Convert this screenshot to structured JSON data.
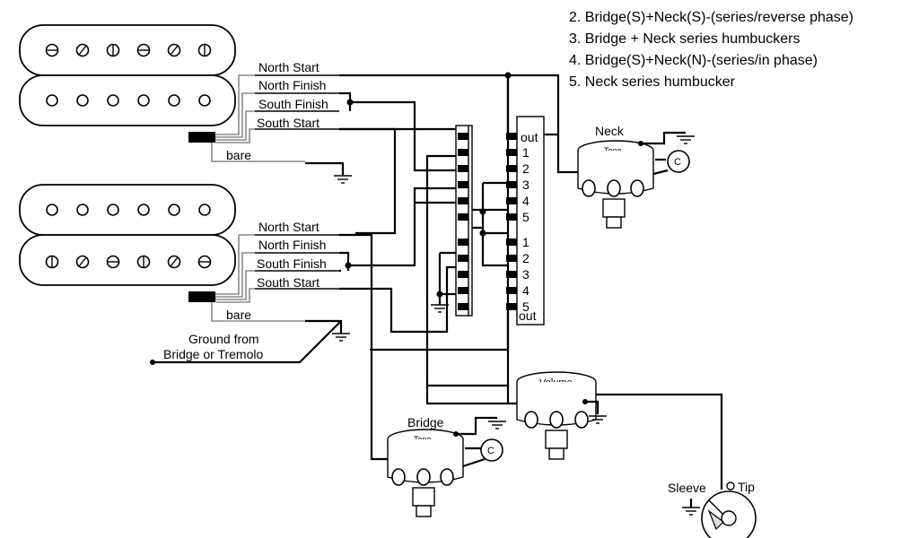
{
  "legend": {
    "items": [
      "2. Bridge(S)+Neck(S)-(series/reverse phase)",
      "3. Bridge + Neck series humbuckers",
      "4. Bridge(S)+Neck(N)-(series/in phase)",
      "5. Neck series humbucker"
    ]
  },
  "neck_pickup": {
    "wires": [
      "North Start",
      "North Finish",
      "South Finish",
      "South Start"
    ],
    "bare": "bare"
  },
  "bridge_pickup": {
    "wires": [
      "North Start",
      "North Finish",
      "South Finish",
      "South Start"
    ],
    "bare": "bare"
  },
  "ground_note": [
    "Ground from",
    "Bridge or Tremolo"
  ],
  "switch": {
    "top_labels": [
      "out",
      "1",
      "2",
      "3",
      "4",
      "5"
    ],
    "bottom_labels": [
      "1",
      "2",
      "3",
      "4",
      "5",
      "out"
    ]
  },
  "neck_pot": {
    "title": "Neck",
    "label": "Tone",
    "cap": "C"
  },
  "bridge_pot": {
    "title": "Bridge",
    "label": "Tone",
    "cap": "C"
  },
  "volume_pot": {
    "label": "Volume"
  },
  "jack": {
    "sleeve": "Sleeve",
    "tip": "Tip"
  }
}
